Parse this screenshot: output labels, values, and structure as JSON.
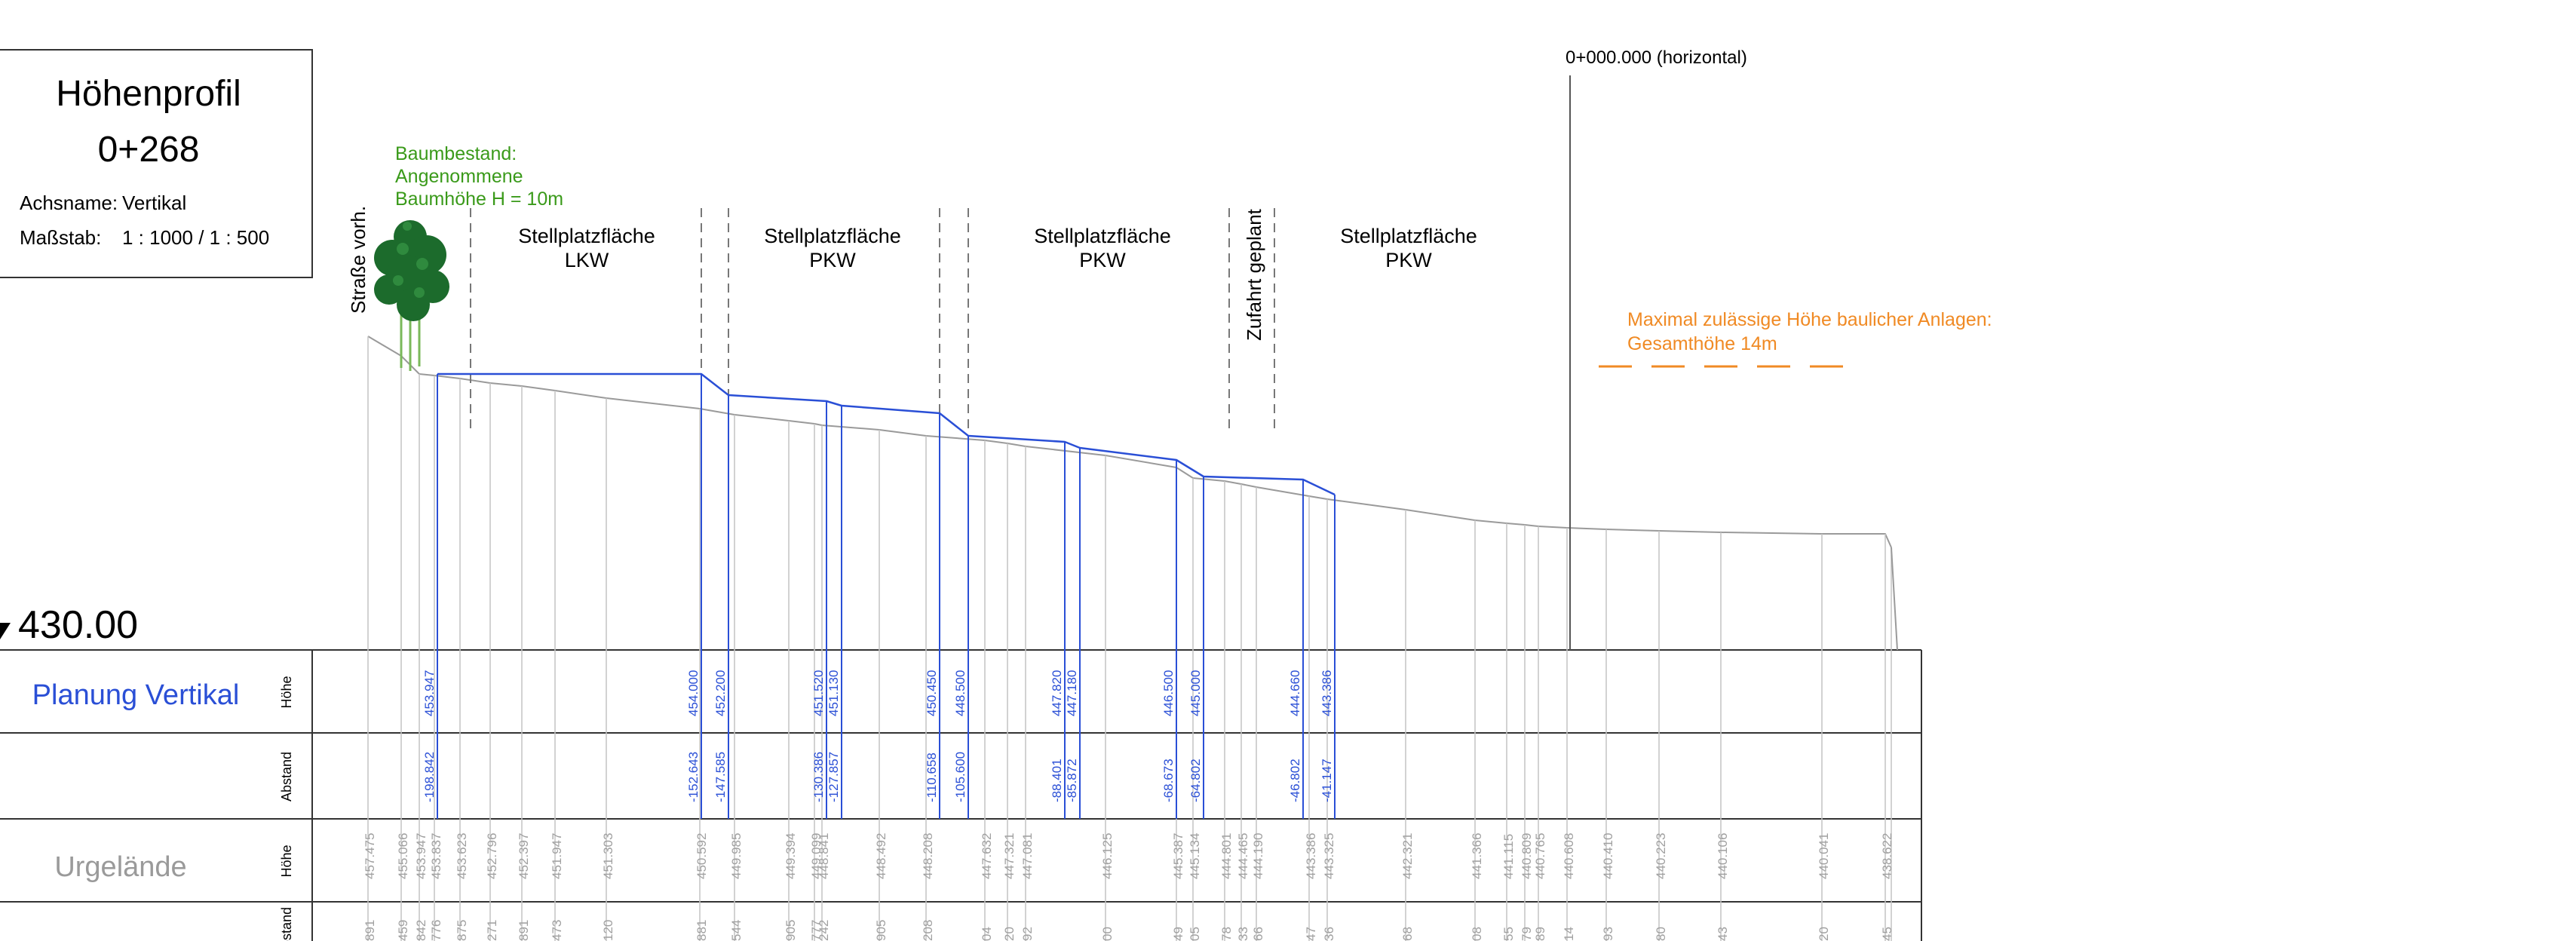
{
  "title_block": {
    "title": "Höhenprofil",
    "station": "0+268",
    "axis_name_label": "Achsname:",
    "axis_name_value": "Vertikal",
    "scale_label": "Maßstab:",
    "scale_value": "1 : 1000 / 1 : 500"
  },
  "reference": {
    "elevation_label": "430.00",
    "station_zero_label": "0+000.000 (horizontal)"
  },
  "annotations": {
    "tree_note": [
      "Baumbestand:",
      "Angenommene",
      "Baumhöhe H = 10m"
    ],
    "road_label": "Straße vorh.",
    "driveway_label": "Zufahrt geplant",
    "max_height": [
      "Maximal zulässige Höhe baulicher Anlagen:",
      "Gesamthöhe 14m"
    ],
    "zones": [
      {
        "line1": "Stellplatzfläche",
        "line2": "LKW"
      },
      {
        "line1": "Stellplatzfläche",
        "line2": "PKW"
      },
      {
        "line1": "Stellplatzfläche",
        "line2": "PKW"
      },
      {
        "line1": "Stellplatzfläche",
        "line2": "PKW"
      }
    ]
  },
  "bands": {
    "planung_label": "Planung Vertikal",
    "urgelaende_label": "Urgelände",
    "hoehe_label": "Höhe",
    "abstand_label": "Abstand"
  },
  "colors": {
    "planning": "#2a4fd6",
    "terrain": "#9a9a9a",
    "tree_note": "#3a9a1a",
    "max_height": "#f08a24"
  },
  "planning_points": [
    {
      "hoehe": "453.947",
      "abstand": "-198.842"
    },
    {
      "hoehe": "454.000",
      "abstand": "-152.643"
    },
    {
      "hoehe": "452.200",
      "abstand": "-147.585"
    },
    {
      "hoehe": "451.520",
      "abstand": "-130.386"
    },
    {
      "hoehe": "451.130",
      "abstand": "-127.857"
    },
    {
      "hoehe": "450.450",
      "abstand": "-110.658"
    },
    {
      "hoehe": "448.500",
      "abstand": "-105.600"
    },
    {
      "hoehe": "447.820",
      "abstand": "-88.401"
    },
    {
      "hoehe": "447.180",
      "abstand": "-85.872"
    },
    {
      "hoehe": "446.500",
      "abstand": "-68.673"
    },
    {
      "hoehe": "445.000",
      "abstand": "-64.802"
    },
    {
      "hoehe": "444.660",
      "abstand": "-46.802"
    },
    {
      "hoehe": "443.386",
      "abstand": "-41.147"
    }
  ],
  "terrain_points": [
    {
      "hoehe": "457.475",
      "abstand": "891"
    },
    {
      "hoehe": "455.066",
      "abstand": "459"
    },
    {
      "hoehe": "453.947",
      "abstand": "842"
    },
    {
      "hoehe": "453.837",
      "abstand": "776"
    },
    {
      "hoehe": "453.623",
      "abstand": "875"
    },
    {
      "hoehe": "452.796",
      "abstand": "271"
    },
    {
      "hoehe": "452.397",
      "abstand": "891"
    },
    {
      "hoehe": "451.947",
      "abstand": "473"
    },
    {
      "hoehe": "451.303",
      "abstand": "120"
    },
    {
      "hoehe": "450.592",
      "abstand": "881"
    },
    {
      "hoehe": "449.985",
      "abstand": "544"
    },
    {
      "hoehe": "449.394",
      "abstand": "905"
    },
    {
      "hoehe": "449.099",
      "abstand": "777"
    },
    {
      "hoehe": "448.841",
      "abstand": "242"
    },
    {
      "hoehe": "448.492",
      "abstand": "905"
    },
    {
      "hoehe": "448.208",
      "abstand": "208"
    },
    {
      "hoehe": "447.632",
      "abstand": "04"
    },
    {
      "hoehe": "447.321",
      "abstand": "20"
    },
    {
      "hoehe": "447.081",
      "abstand": "92"
    },
    {
      "hoehe": "446.125",
      "abstand": "00"
    },
    {
      "hoehe": "445.387",
      "abstand": "49"
    },
    {
      "hoehe": "445.134",
      "abstand": "05"
    },
    {
      "hoehe": "444.801",
      "abstand": "78"
    },
    {
      "hoehe": "444.465",
      "abstand": "33"
    },
    {
      "hoehe": "444.190",
      "abstand": "66"
    },
    {
      "hoehe": "443.386",
      "abstand": "47"
    },
    {
      "hoehe": "443.325",
      "abstand": "36"
    },
    {
      "hoehe": "442.321",
      "abstand": "68"
    },
    {
      "hoehe": "441.366",
      "abstand": "08"
    },
    {
      "hoehe": "441.115",
      "abstand": "55"
    },
    {
      "hoehe": "440.809",
      "abstand": "79"
    },
    {
      "hoehe": "440.765",
      "abstand": "89"
    },
    {
      "hoehe": "440.608",
      "abstand": "14"
    },
    {
      "hoehe": "440.410",
      "abstand": "93"
    },
    {
      "hoehe": "440.223",
      "abstand": "80"
    },
    {
      "hoehe": "440.106",
      "abstand": "43"
    },
    {
      "hoehe": "440.041",
      "abstand": "20"
    },
    {
      "hoehe": "438.622",
      "abstand": "45"
    }
  ]
}
